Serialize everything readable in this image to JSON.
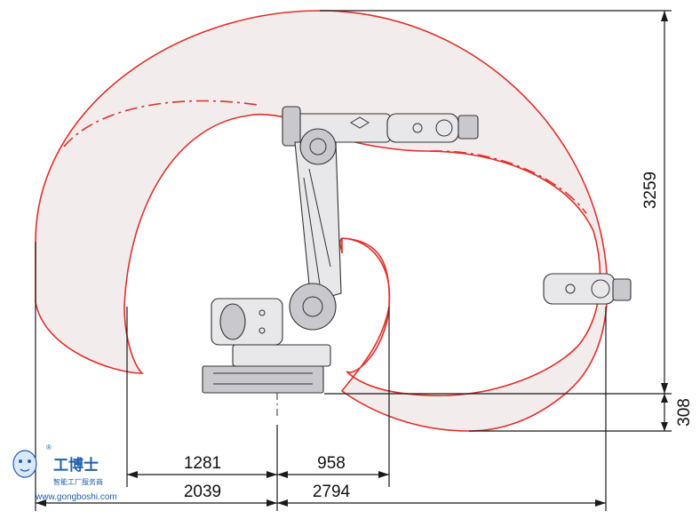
{
  "dimensions": {
    "horizontal": [
      {
        "id": "reach-rear-inner",
        "label": "1281"
      },
      {
        "id": "reach-front-inner",
        "label": "958"
      },
      {
        "id": "reach-rear-outer",
        "label": "2039"
      },
      {
        "id": "reach-front-outer",
        "label": "2794"
      }
    ],
    "vertical": [
      {
        "id": "height-total",
        "label": "3259"
      },
      {
        "id": "height-below-base",
        "label": "308"
      }
    ]
  },
  "logo": {
    "brand": "工博士",
    "tagline": "智能工厂服务商",
    "url": "www.gongboshi.com",
    "mark": "®"
  },
  "colors": {
    "envelope_stroke": "#e0302a",
    "envelope_fill": "#f3ecec",
    "logo": "#1f5fae"
  }
}
